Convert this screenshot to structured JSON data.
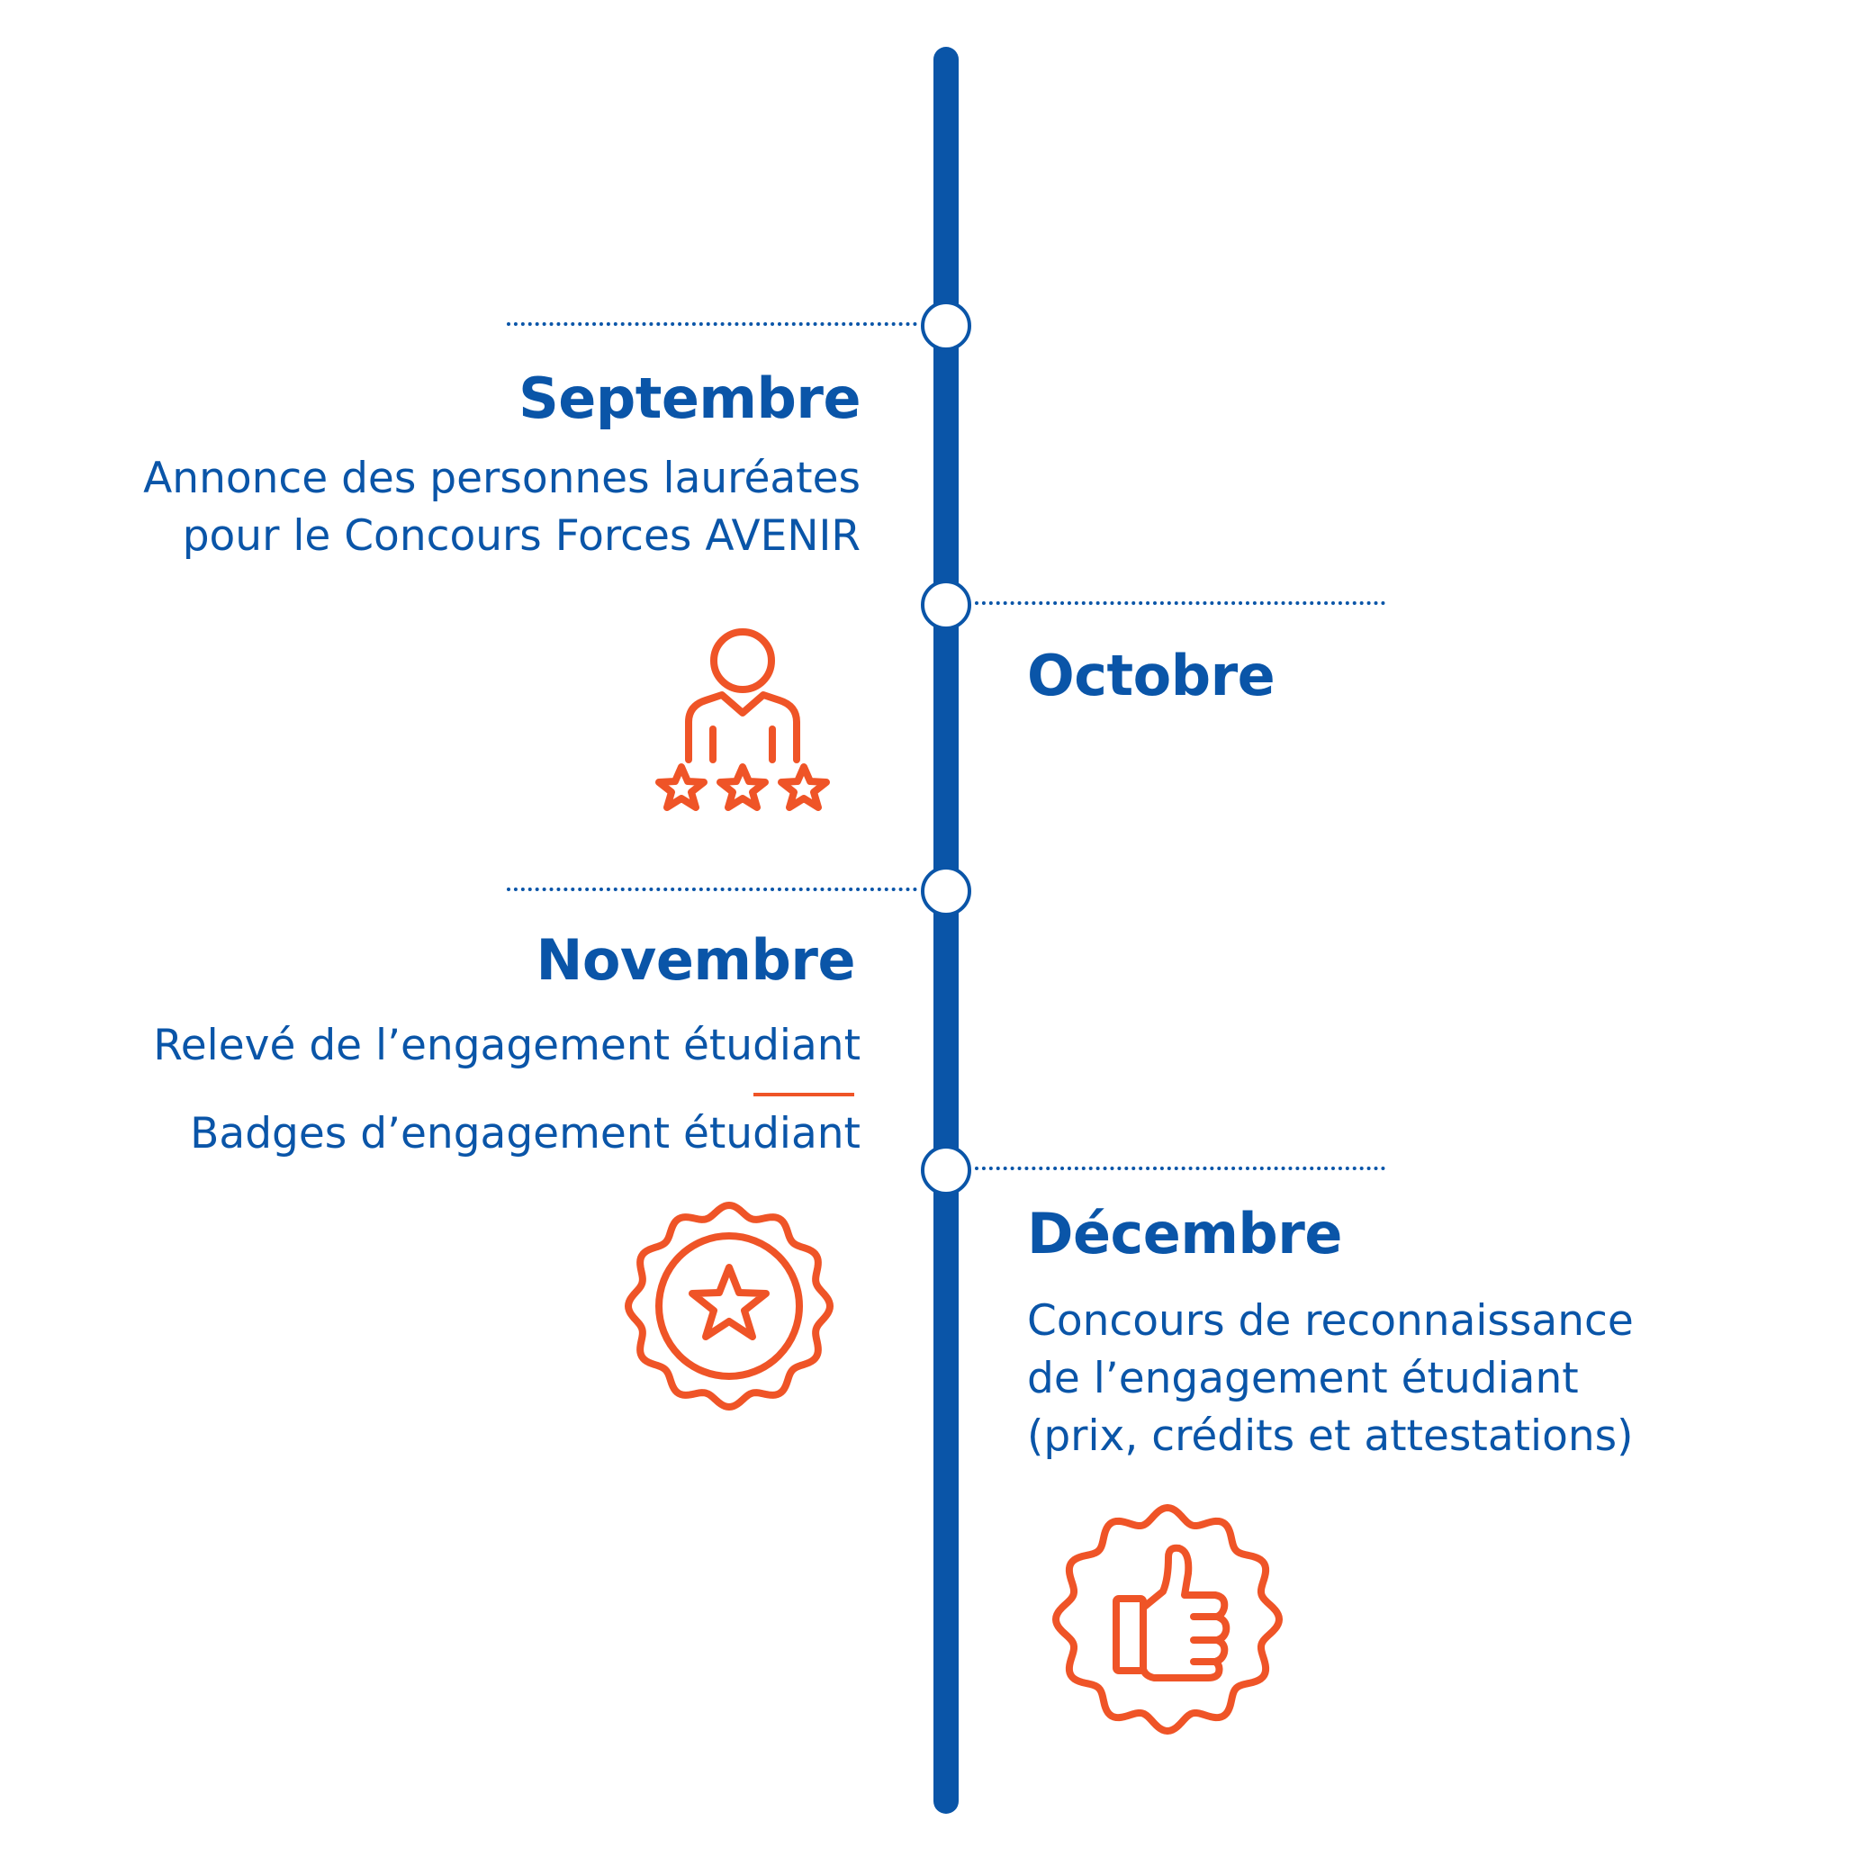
{
  "colors": {
    "primary": "#0a55a8",
    "accent": "#ef5427",
    "background": "#ffffff"
  },
  "events": [
    {
      "month": "Septembre",
      "lines": [
        "Annonce des personnes lauréates",
        "pour le Concours Forces AVENIR"
      ],
      "icon": "person-three-stars-icon"
    },
    {
      "month": "Octobre",
      "lines": [],
      "icon": ""
    },
    {
      "month": "Novembre",
      "lines": [
        "Relevé de l’engagement étudiant",
        "Badges d’engagement étudiant"
      ],
      "icon": "star-badge-icon"
    },
    {
      "month": "Décembre",
      "lines": [
        "Concours de reconnaissance",
        "de l’engagement étudiant",
        "(prix, crédits et attestations)"
      ],
      "icon": "thumbs-up-badge-icon"
    }
  ]
}
